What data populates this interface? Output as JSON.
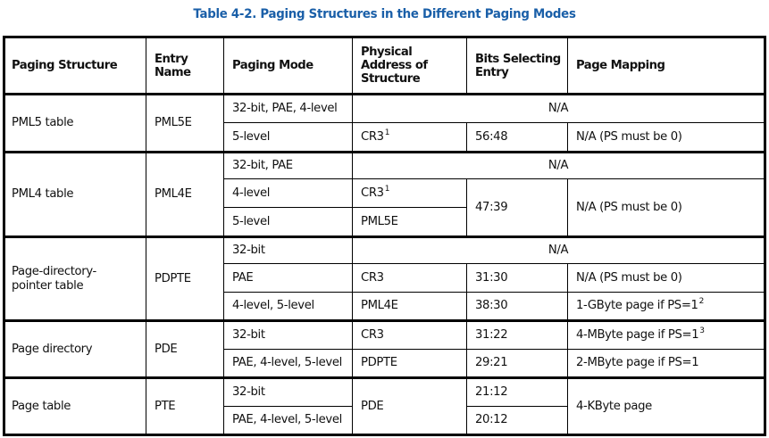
{
  "title": "Table 4-2.  Paging Structures in the Different Paging Modes",
  "colors": {
    "title": "#1a5fa8",
    "border": "#000000",
    "text": "#111111"
  },
  "headers": {
    "paging_structure": "Paging Structure",
    "entry_name_1": "Entry",
    "entry_name_2": "Name",
    "paging_mode": "Paging Mode",
    "phys_addr_1": "Physical",
    "phys_addr_2": "Address of",
    "phys_addr_3": "Structure",
    "bits_1": "Bits Selecting",
    "bits_2": "Entry",
    "page_mapping": "Page Mapping"
  },
  "groups": [
    {
      "structure": "PML5 table",
      "entry": "PML5E",
      "rows": [
        {
          "mode": "32-bit, PAE, 4-level",
          "merged": "N/A"
        },
        {
          "mode": "5-level",
          "phys": "CR3",
          "phys_sup": "1",
          "bits": "56:48",
          "mapping": "N/A (PS must be 0)"
        }
      ]
    },
    {
      "structure": "PML4 table",
      "entry": "PML4E",
      "rows": [
        {
          "mode": "32-bit, PAE",
          "merged": "N/A"
        },
        {
          "mode": "4-level",
          "phys": "CR3",
          "phys_sup": "1"
        },
        {
          "mode": "5-level",
          "phys": "PML5E"
        }
      ],
      "shared_bits": "47:39",
      "shared_mapping": "N/A (PS must be 0)"
    },
    {
      "structure_1": "Page-directory-",
      "structure_2": "pointer table",
      "entry": "PDPTE",
      "rows": [
        {
          "mode": "32-bit",
          "merged": "N/A"
        },
        {
          "mode": "PAE",
          "phys": "CR3",
          "bits": "31:30",
          "mapping": "N/A (PS must be 0)"
        },
        {
          "mode": "4-level, 5-level",
          "phys": "PML4E",
          "bits": "38:30",
          "mapping": "1-GByte page if PS=1",
          "mapping_sup": "2"
        }
      ]
    },
    {
      "structure": "Page directory",
      "entry": "PDE",
      "rows": [
        {
          "mode": "32-bit",
          "phys": "CR3",
          "bits": "31:22",
          "mapping": "4-MByte page if PS=1",
          "mapping_sup": "3"
        },
        {
          "mode": "PAE, 4-level, 5-level",
          "phys": "PDPTE",
          "bits": "29:21",
          "mapping": "2-MByte page if PS=1"
        }
      ]
    },
    {
      "structure": "Page table",
      "entry": "PTE",
      "rows": [
        {
          "mode": "32-bit",
          "bits": "21:12"
        },
        {
          "mode": "PAE, 4-level, 5-level",
          "bits": "20:12"
        }
      ],
      "shared_phys": "PDE",
      "shared_mapping": "4-KByte page"
    }
  ]
}
